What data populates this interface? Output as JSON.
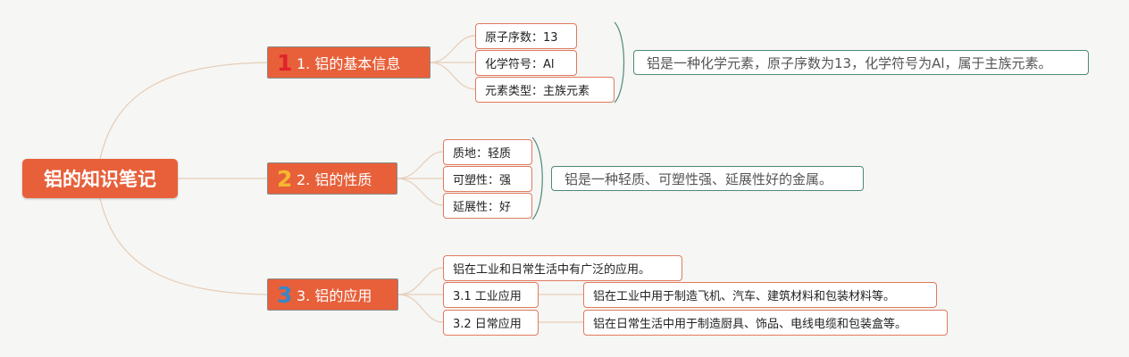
{
  "root": {
    "label": "铝的知识笔记"
  },
  "branches": [
    {
      "number": "1",
      "number_color": "#e0232b",
      "label": "1. 铝的基本信息",
      "items": [
        "原子序数：13",
        "化学符号：Al",
        "元素类型：主族元素"
      ],
      "summary": "铝是一种化学元素，原子序数为13，化学符号为Al，属于主族元素。"
    },
    {
      "number": "2",
      "number_color": "#f5b82e",
      "label": "2. 铝的性质",
      "items": [
        "质地：轻质",
        "可塑性：强",
        "延展性：好"
      ],
      "summary": "铝是一种轻质、可塑性强、延展性好的金属。"
    },
    {
      "number": "3",
      "number_color": "#3b86c7",
      "label": "3. 铝的应用",
      "items": [
        "铝在工业和日常生活中有广泛的应用。",
        "3.1 工业应用",
        "3.2 日常应用"
      ],
      "details": [
        "铝在工业中用于制造飞机、汽车、建筑材料和包装材料等。",
        "铝在日常生活中用于制造厨具、饰品、电线电缆和包装盒等。"
      ]
    }
  ],
  "colors": {
    "node_fill": "#e7603a",
    "leaf_border": "#e07a5f",
    "summary_border": "#4d8a78",
    "connector": "#e6cdb8"
  }
}
